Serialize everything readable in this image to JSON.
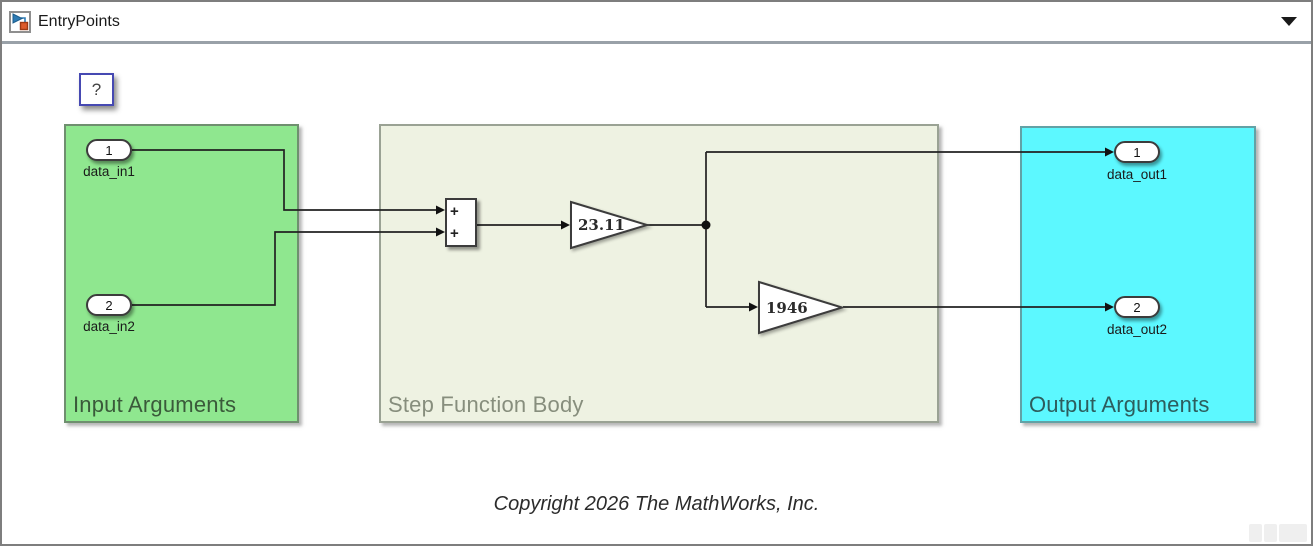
{
  "tab": {
    "title": "EntryPoints"
  },
  "canvas": {
    "help_label": "?"
  },
  "icons": {
    "tab_icon": "simulink-model-icon",
    "tab_dropdown": "chevron-down-icon"
  },
  "areas": {
    "input": {
      "label": "Input Arguments",
      "fill": "#8FE78F",
      "label_color": "#3A5A3A"
    },
    "body": {
      "label": "Step Function Body",
      "fill": "#EEF2E2",
      "label_color": "#878E7D"
    },
    "output": {
      "label": "Output Arguments",
      "fill": "#5CF8FF",
      "label_color": "#2D5D5D"
    }
  },
  "blocks": {
    "inport1": {
      "port": "1",
      "label": "data_in1"
    },
    "inport2": {
      "port": "2",
      "label": "data_in2"
    },
    "sum": {
      "plus_top": "+",
      "plus_bottom": "+"
    },
    "gain1": {
      "value": "23.11"
    },
    "gain2": {
      "value": "1946"
    },
    "outport1": {
      "port": "1",
      "label": "data_out1"
    },
    "outport2": {
      "port": "2",
      "label": "data_out2"
    }
  },
  "annotation": {
    "copyright": "Copyright 2026 The MathWorks, Inc."
  },
  "wire_color": "#222222"
}
